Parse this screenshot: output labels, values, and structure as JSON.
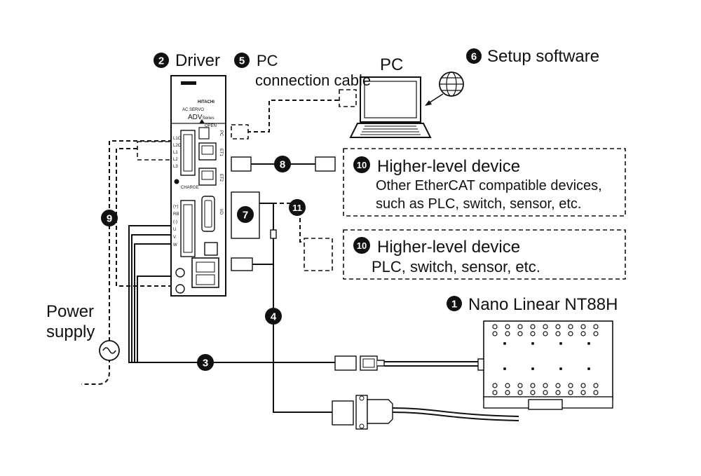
{
  "callouts": {
    "nano_linear": {
      "num": "1",
      "label": "Nano Linear NT88H"
    },
    "driver": {
      "num": "2",
      "label": "Driver"
    },
    "motor_cable": {
      "num": "3"
    },
    "encoder_cable": {
      "num": "4"
    },
    "pc_cable": {
      "num": "5",
      "label_line1": "PC",
      "label_line2": "connection cable"
    },
    "setup_software": {
      "num": "6",
      "label": "Setup software"
    },
    "io_unit": {
      "num": "7"
    },
    "ethercat_cable": {
      "num": "8"
    },
    "power_cable": {
      "num": "9"
    },
    "higher_level_1": {
      "num": "10",
      "title": "Higher-level device",
      "line1": "Other EtherCAT compatible devices,",
      "line2": "such as PLC, switch, sensor, etc."
    },
    "higher_level_2": {
      "num": "10",
      "title": "Higher-level device",
      "line1": "PLC, switch, sensor, etc."
    },
    "io_cable": {
      "num": "11"
    }
  },
  "pc_label": "PC",
  "power_supply": {
    "line1": "Power",
    "line2": "supply"
  },
  "driver_panel": {
    "brand": "HITACHI",
    "series_line1": "AC SERVO",
    "series_line2": "ADV",
    "series_suffix": "Series",
    "open_label": "OPEN",
    "charge_label": "CHARGE",
    "terminals_top": [
      "L1C",
      "L2C",
      "L1",
      "L2",
      "L3"
    ],
    "terminals_bottom": [
      "(+)",
      "RB",
      "(-)",
      "U",
      "V",
      "W"
    ],
    "port_labels": [
      "PC",
      "ET1",
      "ET2",
      "I/O"
    ]
  }
}
